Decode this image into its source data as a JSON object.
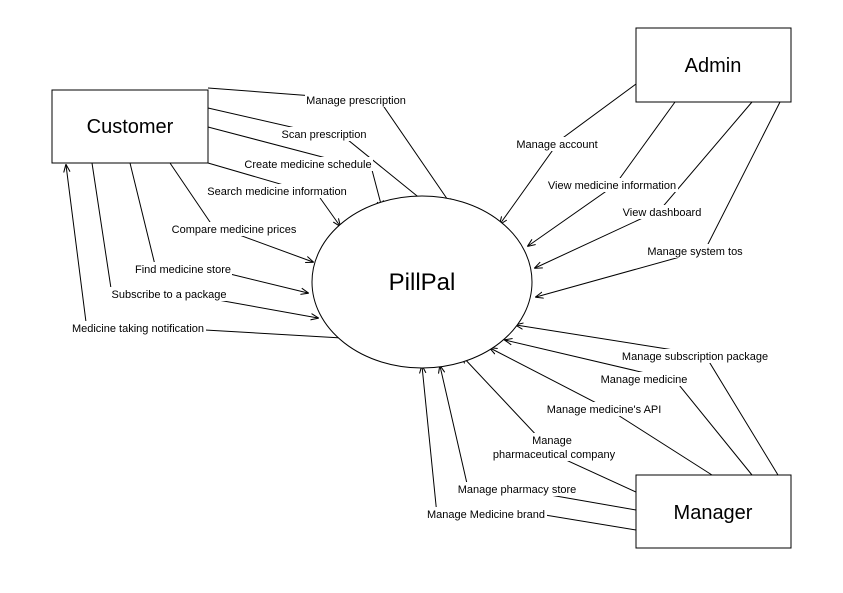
{
  "entities": {
    "customer": "Customer",
    "admin": "Admin",
    "manager": "Manager"
  },
  "process": "PillPal",
  "customer_flows": [
    "Manage prescription",
    "Scan prescription",
    "Create medicine schedule",
    "Search medicine information",
    "Compare medicine prices",
    "Find medicine store",
    "Subscribe to a package",
    "Medicine taking notification"
  ],
  "admin_flows": [
    "Manage account",
    "View medicine information",
    "View dashboard",
    "Manage system tos"
  ],
  "manager_flows": [
    "Manage subscription package",
    "Manage medicine",
    "Manage medicine's API",
    "Manage",
    "pharmaceutical company",
    "Manage pharmacy store",
    "Manage Medicine brand"
  ]
}
